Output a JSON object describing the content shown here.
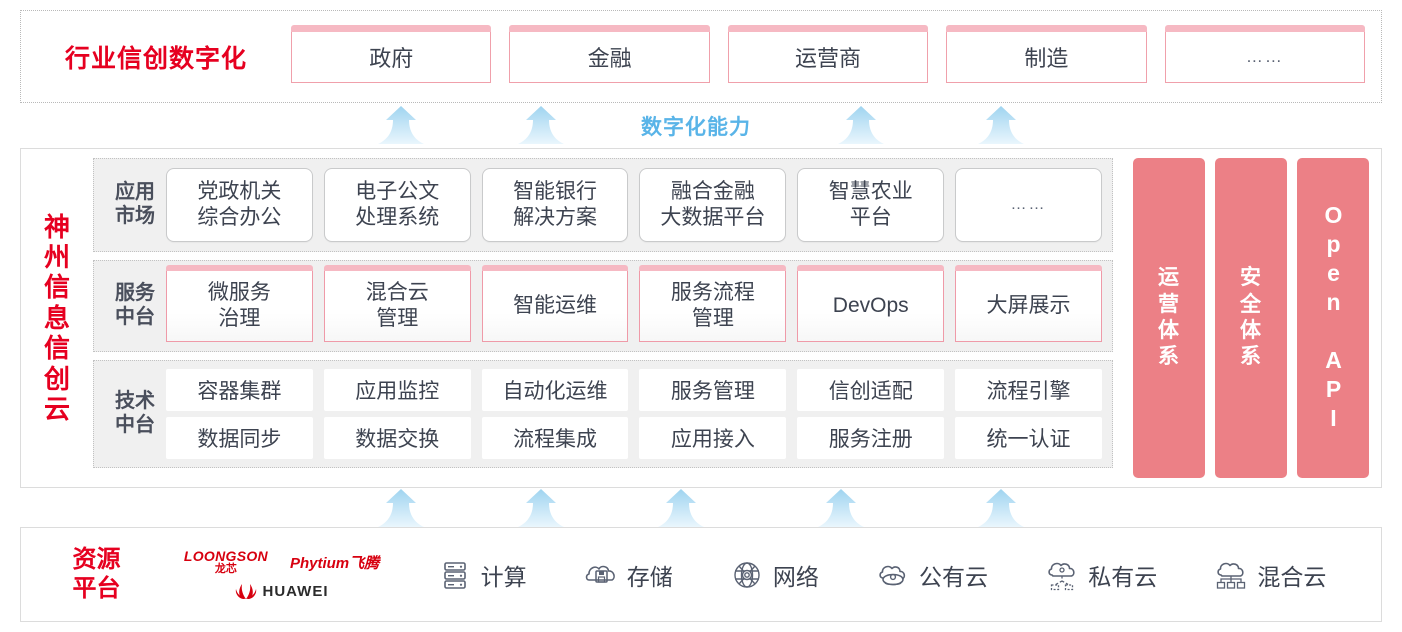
{
  "industry": {
    "title": "行业信创数字化",
    "boxes": [
      {
        "label": "政府"
      },
      {
        "label": "金融"
      },
      {
        "label": "运营商"
      },
      {
        "label": "制造"
      },
      {
        "label": "……"
      }
    ]
  },
  "capability_label": "数字化能力",
  "cloud": {
    "title_chars": [
      "神",
      "州",
      "信",
      "息",
      "信",
      "创",
      "云"
    ],
    "rows": [
      {
        "label": "应用\n市场",
        "label_lines": [
          "应用",
          "市场"
        ],
        "cells": [
          "党政机关\n综合办公",
          "电子公文\n处理系统",
          "智能银行\n解决方案",
          "融合金融\n大数据平台",
          "智慧农业\n平台",
          "……"
        ]
      },
      {
        "label_lines": [
          "服务",
          "中台"
        ],
        "cells": [
          "微服务\n治理",
          "混合云\n管理",
          "智能运维",
          "服务流程\n管理",
          "DevOps",
          "大屏展示"
        ]
      },
      {
        "label_lines": [
          "技术",
          "中台"
        ],
        "line1": [
          "容器集群",
          "应用监控",
          "自动化运维",
          "服务管理",
          "信创适配",
          "流程引擎"
        ],
        "line2": [
          "数据同步",
          "数据交换",
          "流程集成",
          "应用接入",
          "服务注册",
          "统一认证"
        ]
      }
    ],
    "pillars": [
      {
        "text": "运营体系",
        "type": "cn"
      },
      {
        "text": "安全体系",
        "type": "cn"
      },
      {
        "text": "Open API",
        "type": "en"
      }
    ]
  },
  "resource": {
    "title_lines": [
      "资源",
      "平台"
    ],
    "vendors": [
      {
        "name_en": "LOONGSON",
        "name_cn": "龙芯"
      },
      {
        "name": "Phytium飞腾"
      },
      {
        "name": "HUAWEI"
      }
    ],
    "items": [
      {
        "label": "计算",
        "icon": "server-icon"
      },
      {
        "label": "存储",
        "icon": "cloud-storage-icon"
      },
      {
        "label": "网络",
        "icon": "network-icon"
      },
      {
        "label": "公有云",
        "icon": "public-cloud-icon"
      },
      {
        "label": "私有云",
        "icon": "private-cloud-icon"
      },
      {
        "label": "混合云",
        "icon": "hybrid-cloud-icon"
      }
    ]
  },
  "colors": {
    "brand_red": "#e60020",
    "pillar_pink": "#ec8086",
    "box_pink_border": "#ef9aa8",
    "arrow_blue": "#9fd4f0",
    "capability_blue": "#59b4e8"
  }
}
